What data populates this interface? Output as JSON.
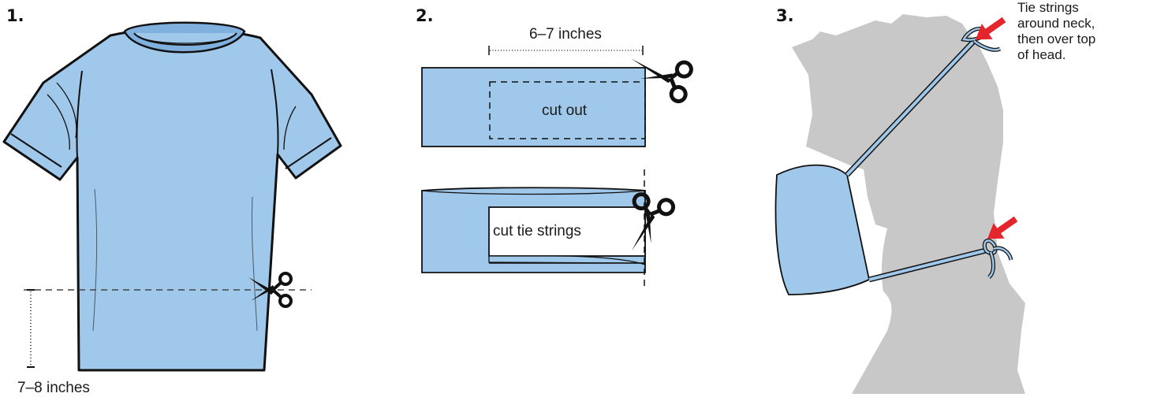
{
  "colors": {
    "fabric": "#9fc8ea",
    "outline": "#111111",
    "head": "#c8c8c8",
    "arrow": "#e4262c"
  },
  "steps": [
    {
      "number": "1.",
      "measure_label": "7–8 inches",
      "icons": [
        "tshirt-icon",
        "scissors-icon"
      ]
    },
    {
      "number": "2.",
      "measure_label": "6–7 inches",
      "cut_out_label": "cut out",
      "cut_strings_label": "cut tie strings",
      "icons": [
        "scissors-icon",
        "scissors-icon"
      ]
    },
    {
      "number": "3.",
      "note_lines": [
        "Tie strings",
        "around neck,",
        "then over top",
        "of head."
      ],
      "icons": [
        "head-silhouette-icon",
        "mask-icon",
        "arrow-icon",
        "arrow-icon"
      ]
    }
  ]
}
